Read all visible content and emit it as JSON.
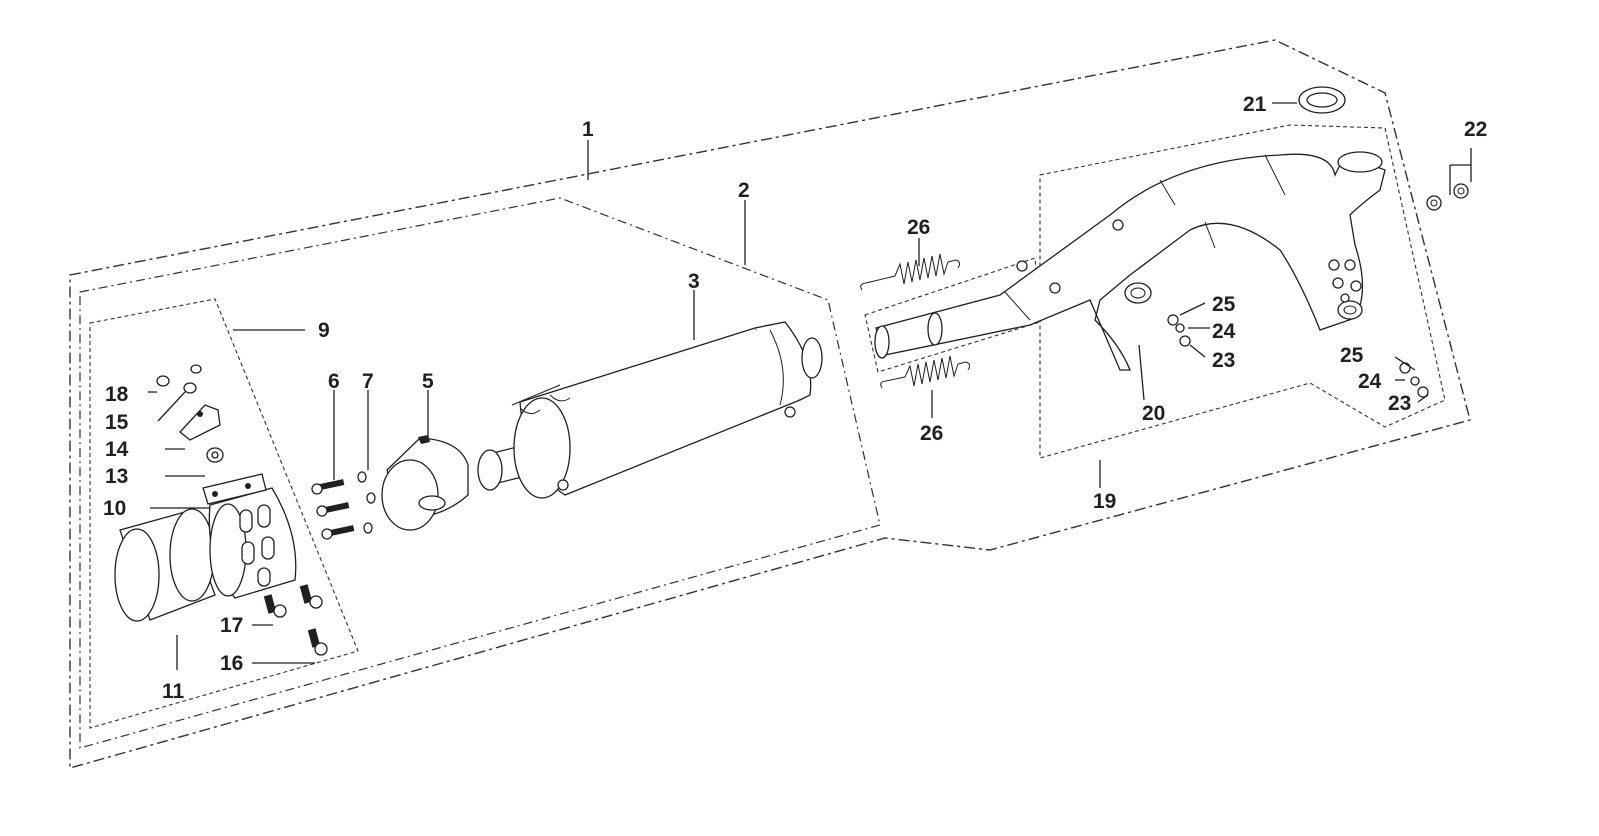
{
  "callouts": {
    "c1": "1",
    "c2": "2",
    "c3": "3",
    "c5": "5",
    "c6": "6",
    "c7": "7",
    "c9": "9",
    "c10": "10",
    "c11": "11",
    "c13": "13",
    "c14": "14",
    "c15": "15",
    "c16": "16",
    "c17": "17",
    "c18": "18",
    "c19": "19",
    "c20": "20",
    "c21": "21",
    "c22": "22",
    "c23a": "23",
    "c23b": "23",
    "c24a": "24",
    "c24b": "24",
    "c25a": "25",
    "c25b": "25",
    "c26a": "26",
    "c26b": "26"
  },
  "colors": {
    "ink": "#231f20",
    "background": "#ffffff"
  }
}
